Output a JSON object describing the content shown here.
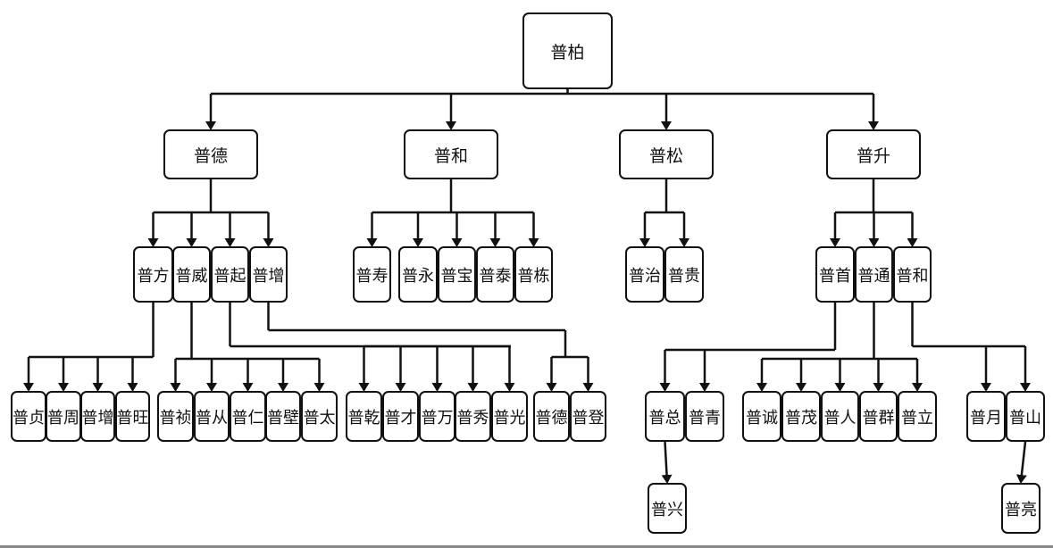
{
  "diagram": {
    "type": "family-tree",
    "root": {
      "id": "root",
      "label": "普柏",
      "children": [
        {
          "id": "g1",
          "label": "普德",
          "children": [
            {
              "id": "g1a",
              "label": "普方",
              "children": [
                {
                  "id": "n1",
                  "label": "普贞"
                },
                {
                  "id": "n2",
                  "label": "普周"
                },
                {
                  "id": "n3",
                  "label": "普增"
                },
                {
                  "id": "n4",
                  "label": "普旺"
                }
              ]
            },
            {
              "id": "g1b",
              "label": "普威",
              "children": [
                {
                  "id": "n5",
                  "label": "普祯"
                },
                {
                  "id": "n6",
                  "label": "普从"
                },
                {
                  "id": "n7",
                  "label": "普仁"
                },
                {
                  "id": "n8",
                  "label": "普壁"
                },
                {
                  "id": "n9",
                  "label": "普太"
                }
              ]
            },
            {
              "id": "g1c",
              "label": "普起",
              "children": [
                {
                  "id": "n10",
                  "label": "普乾"
                },
                {
                  "id": "n11",
                  "label": "普才"
                },
                {
                  "id": "n12",
                  "label": "普万"
                },
                {
                  "id": "n13",
                  "label": "普秀"
                },
                {
                  "id": "n14",
                  "label": "普光"
                }
              ]
            },
            {
              "id": "g1d",
              "label": "普增",
              "children": [
                {
                  "id": "n15",
                  "label": "普德"
                },
                {
                  "id": "n16",
                  "label": "普登"
                }
              ]
            }
          ]
        },
        {
          "id": "g2",
          "label": "普和",
          "children": [
            {
              "id": "g2a",
              "label": "普寿"
            },
            {
              "id": "g2b",
              "label": "普永"
            },
            {
              "id": "g2c",
              "label": "普宝"
            },
            {
              "id": "g2d",
              "label": "普泰"
            },
            {
              "id": "g2e",
              "label": "普栋"
            }
          ]
        },
        {
          "id": "g3",
          "label": "普松",
          "children": [
            {
              "id": "g3a",
              "label": "普治"
            },
            {
              "id": "g3b",
              "label": "普贵"
            }
          ]
        },
        {
          "id": "g4",
          "label": "普升",
          "children": [
            {
              "id": "g4a",
              "label": "普首",
              "children": [
                {
                  "id": "n17",
                  "label": "普总",
                  "children": [
                    {
                      "id": "n18",
                      "label": "普兴"
                    }
                  ]
                },
                {
                  "id": "n19",
                  "label": "普青"
                }
              ]
            },
            {
              "id": "g4b",
              "label": "普通",
              "children": [
                {
                  "id": "n20",
                  "label": "普诚"
                },
                {
                  "id": "n21",
                  "label": "普茂"
                },
                {
                  "id": "n22",
                  "label": "普人"
                },
                {
                  "id": "n23",
                  "label": "普群"
                },
                {
                  "id": "n24",
                  "label": "普立"
                }
              ]
            },
            {
              "id": "g4c",
              "label": "普和",
              "children": [
                {
                  "id": "n25",
                  "label": "普月"
                },
                {
                  "id": "n26",
                  "label": "普山",
                  "children": [
                    {
                      "id": "n27",
                      "label": "普亮"
                    }
                  ]
                }
              ]
            }
          ]
        }
      ]
    }
  }
}
